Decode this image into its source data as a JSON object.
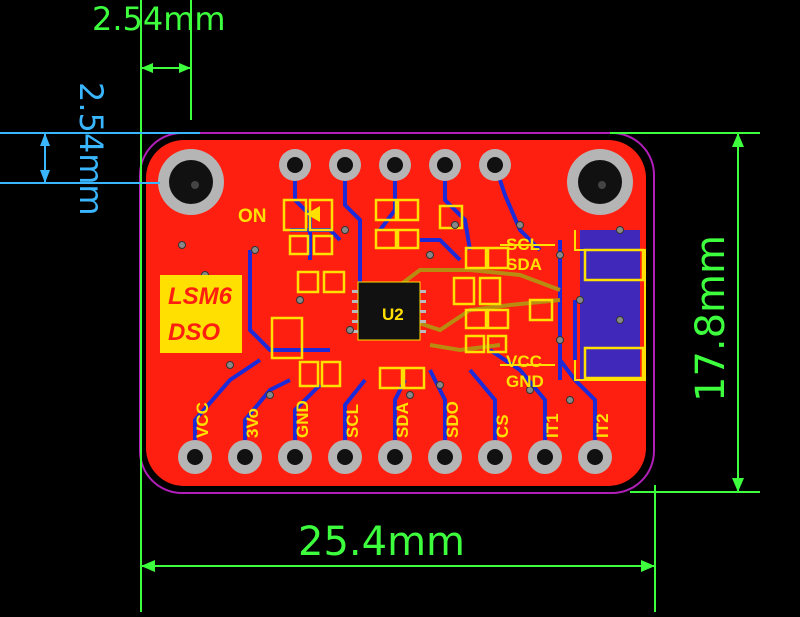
{
  "dimensions": {
    "top_pitch": "2.54mm",
    "left_pitch": "2.54mm",
    "board_width": "25.4mm",
    "board_height": "17.8mm"
  },
  "board": {
    "logo_line1": "LSM6",
    "logo_line2": "DSO",
    "on_label": "ON",
    "chip_label": "U2",
    "right_labels": [
      "SCL",
      "SDA",
      "VCC",
      "GND"
    ],
    "bottom_pins": [
      "VCC",
      "3Vo",
      "GND",
      "SCL",
      "SDA",
      "SDO",
      "CS",
      "IT1",
      "IT2"
    ]
  },
  "colors": {
    "board": "#ff1f10",
    "silkscreen": "#ffe000",
    "dimension_green": "#3dff3d",
    "dimension_cyan": "#3ab6ff",
    "copper_blue": "#1d2ad8",
    "outline_purple": "#b01fb8"
  }
}
